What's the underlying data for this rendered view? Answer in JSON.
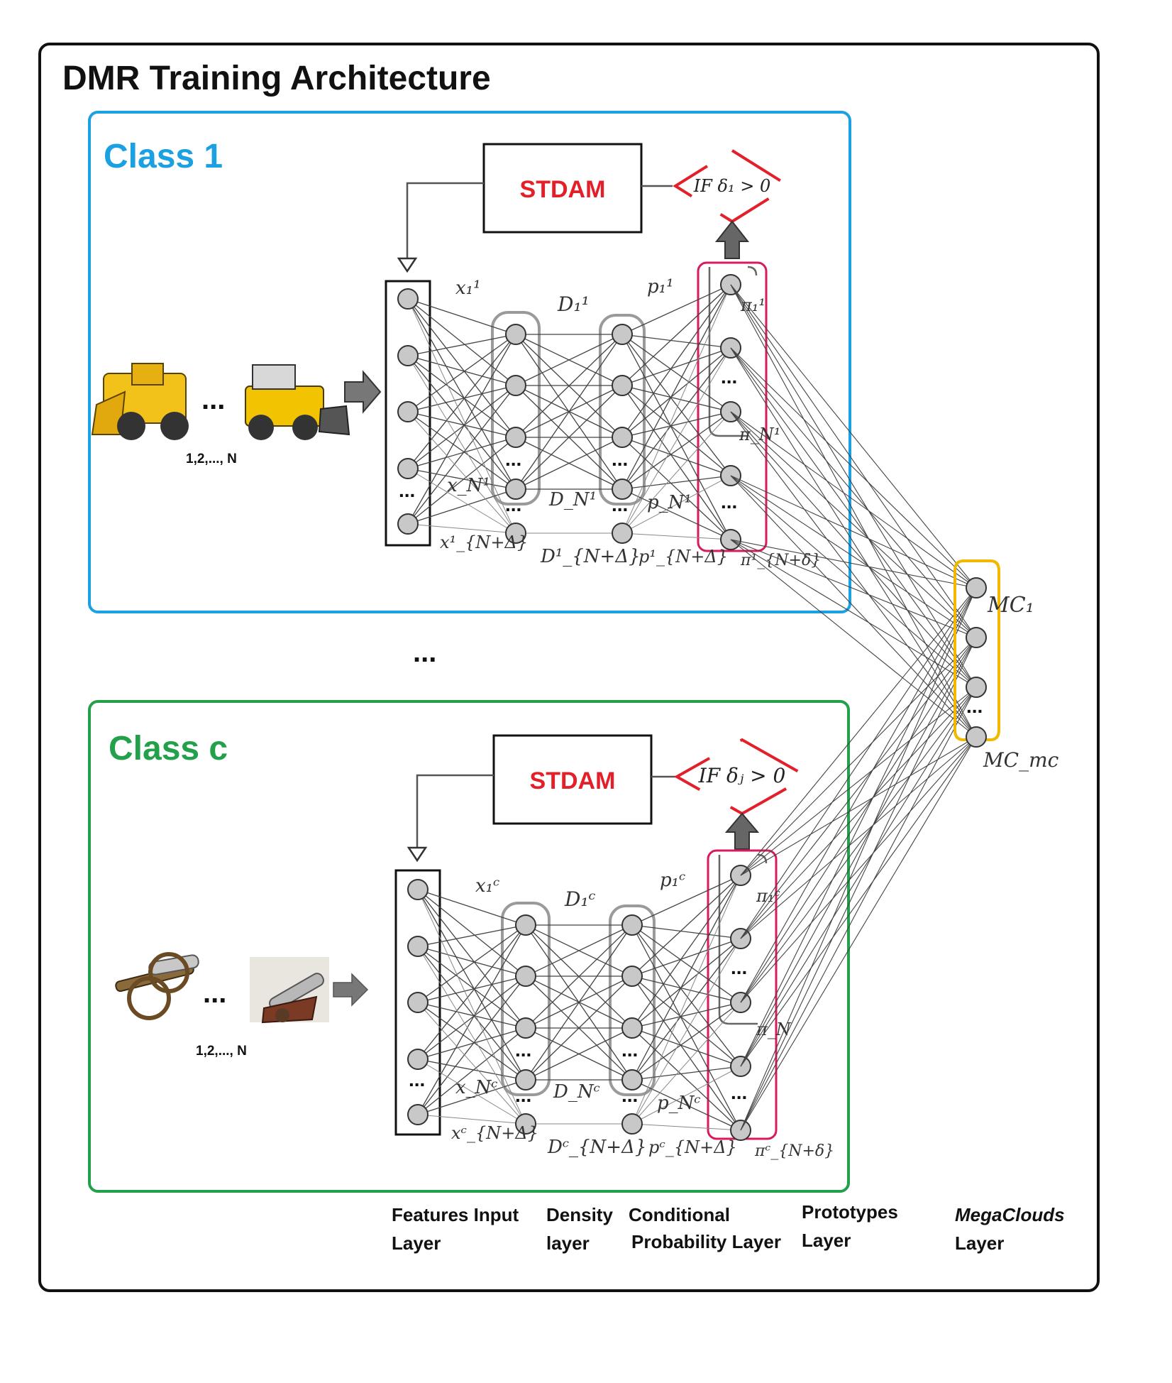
{
  "title": "DMR Training Architecture",
  "colors": {
    "class1": "#1ba1e2",
    "classc": "#22a04a",
    "stdam": "#e3202a",
    "prototype_box": "#d81b60",
    "megaclouds_box": "#f2b800",
    "node_fill": "#c8c8c8"
  },
  "class1": {
    "label": "Class 1",
    "stdam": "STDAM",
    "condition": "IF δ₁ > 0",
    "samples_label": "1,2,..., N",
    "ellipsis": "...",
    "labels": {
      "x1": "x₁¹",
      "xN": "x_N¹",
      "xND": "x¹_{N+Δ}",
      "D1": "D₁¹",
      "DN": "D_N¹",
      "DND": "D¹_{N+Δ}",
      "p1": "p₁¹",
      "pN": "p_N¹",
      "pND": "p¹_{N+Δ}",
      "pi1": "π₁¹",
      "piN": "π_N¹",
      "piND": "π¹_{N+δ}"
    }
  },
  "classc": {
    "label": "Class c",
    "stdam": "STDAM",
    "condition": "IF δⱼ > 0",
    "samples_label": "1,2,..., N",
    "ellipsis": "...",
    "labels": {
      "x1": "x₁ᶜ",
      "xN": "x_Nᶜ",
      "xND": "xᶜ_{N+Δ}",
      "D1": "D₁ᶜ",
      "DN": "D_Nᶜ",
      "DND": "Dᶜ_{N+Δ}",
      "p1": "p₁ᶜ",
      "pN": "p_Nᶜ",
      "pND": "pᶜ_{N+Δ}",
      "pi1": "π₁ᶜ",
      "piN": "π_N",
      "piND": "πᶜ_{N+δ}"
    }
  },
  "between_classes": "...",
  "megaclouds": {
    "mc1": "MC₁",
    "mcm": "MC_mc",
    "ellipsis": "..."
  },
  "layers": {
    "features": [
      "Features Input",
      "Layer"
    ],
    "density": [
      "Density",
      "layer"
    ],
    "conditional": [
      "Conditional",
      "Probability Layer"
    ],
    "prototypes": [
      "Prototypes",
      "Layer"
    ],
    "megaclouds": [
      "MegaClouds",
      "Layer"
    ]
  }
}
